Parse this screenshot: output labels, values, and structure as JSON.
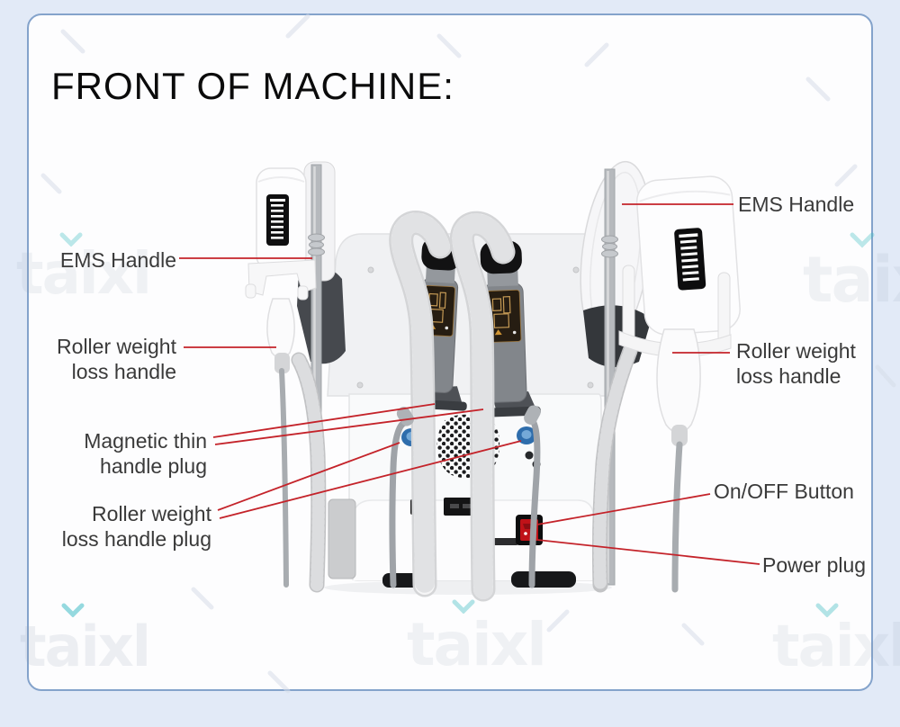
{
  "title": "FRONT OF MACHINE:",
  "watermark": {
    "text": "taixl"
  },
  "colors": {
    "background": "#e2eaf7",
    "panel_border": "#84a3cb",
    "leader_line": "#c4232a",
    "label_text": "#3a3a3a",
    "accent_teal": "#41bcc4",
    "switch_red": "#c01218"
  },
  "labels": {
    "left": [
      {
        "id": "ems-handle-left",
        "lines": [
          "EMS Handle"
        ]
      },
      {
        "id": "roller-handle-left",
        "lines": [
          "Roller weight",
          "loss handle"
        ]
      },
      {
        "id": "magnetic-plug",
        "lines": [
          "Magnetic thin",
          "handle plug"
        ]
      },
      {
        "id": "roller-plug",
        "lines": [
          "Roller weight",
          "loss handle plug"
        ]
      }
    ],
    "right": [
      {
        "id": "ems-handle-right",
        "lines": [
          "EMS Handle"
        ]
      },
      {
        "id": "roller-handle-right",
        "lines": [
          "Roller weight",
          "loss handle"
        ]
      },
      {
        "id": "onoff-button",
        "lines": [
          "On/OFF Button"
        ]
      },
      {
        "id": "power-plug",
        "lines": [
          "Power plug"
        ]
      }
    ]
  }
}
